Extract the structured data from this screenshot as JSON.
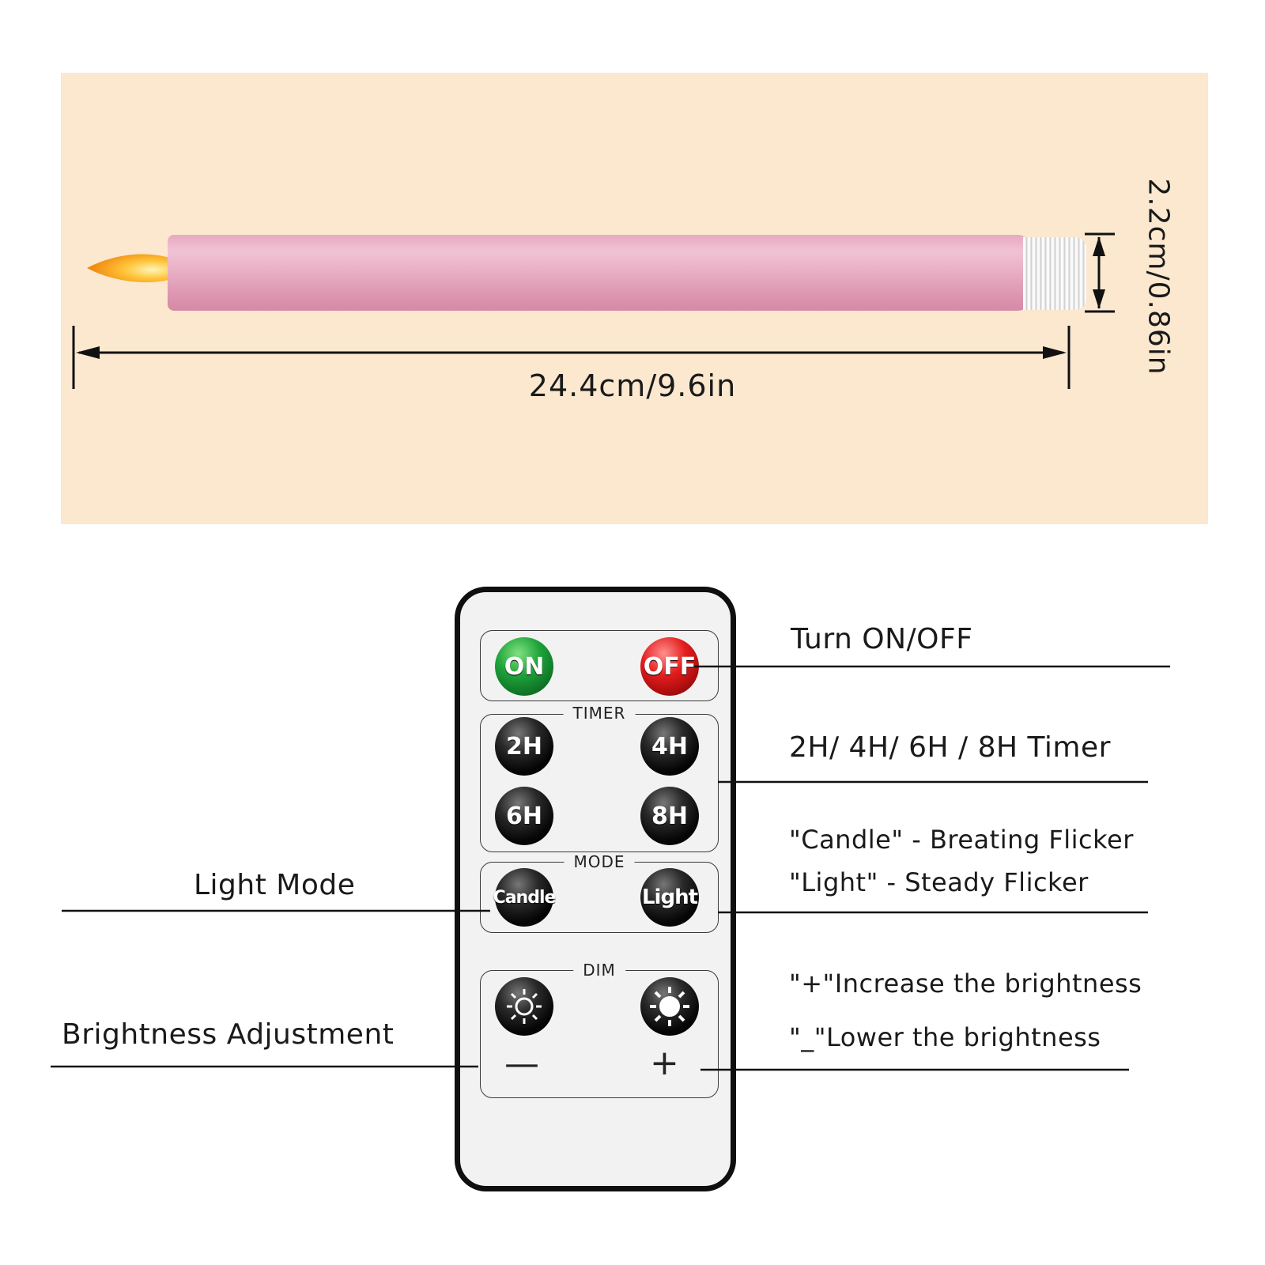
{
  "dimensions": {
    "length_label": "24.4cm/9.6in",
    "diameter_label": "2.2cm/0.86in"
  },
  "remote": {
    "power": {
      "on_label": "ON",
      "off_label": "OFF"
    },
    "timer": {
      "group_label": "TIMER",
      "buttons": [
        "2H",
        "4H",
        "6H",
        "8H"
      ]
    },
    "mode": {
      "group_label": "MODE",
      "buttons": [
        "Candle",
        "Light"
      ]
    },
    "dim": {
      "group_label": "DIM",
      "minus_symbol": "—",
      "plus_symbol": "+"
    }
  },
  "annotations": {
    "power": "Turn ON/OFF",
    "timer": "2H/ 4H/ 6H / 8H Timer",
    "mode_left": "Light Mode",
    "mode_candle": "\"Candle\" - Breating Flicker",
    "mode_light": "\"Light\" - Steady Flicker",
    "brightness_left": "Brightness Adjustment",
    "brightness_increase": "\"+\"Increase the brightness",
    "brightness_lower": "\"_\"Lower the brightness"
  },
  "colors": {
    "panel_background": "#fbe8cf",
    "candle_pink": "#e7a9c0",
    "on_button": "#1ea23a",
    "off_button": "#e41d1d"
  }
}
